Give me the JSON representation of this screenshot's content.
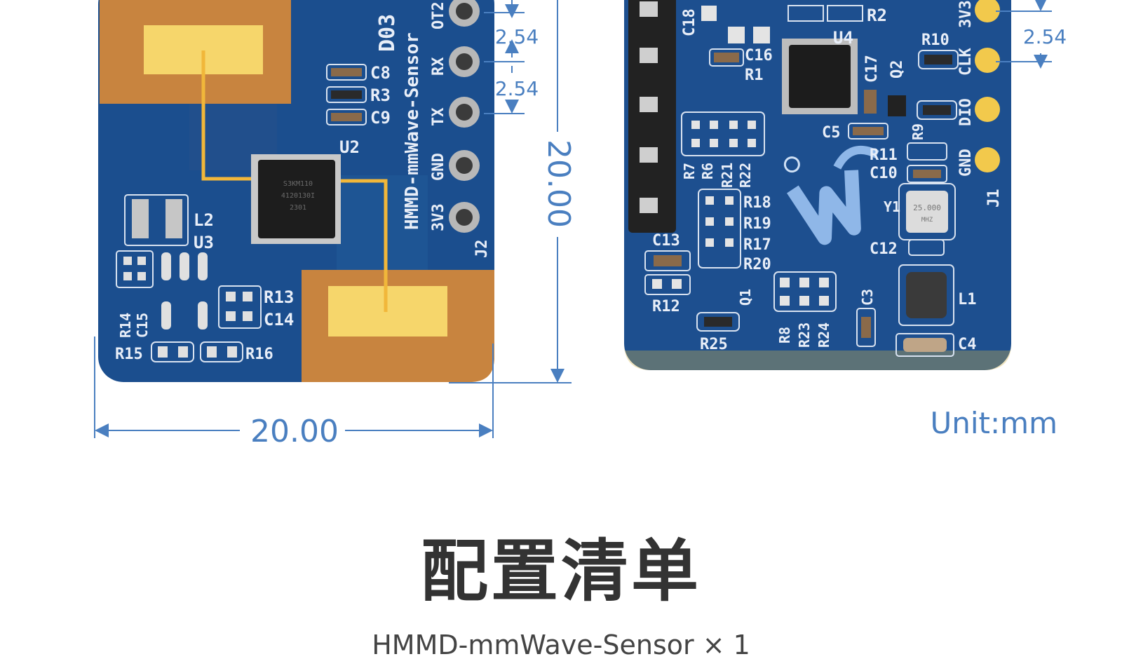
{
  "figure": {
    "unit_label": "Unit:mm",
    "width_dim": "20.00",
    "height_dim": "20.00",
    "pitch_dims": [
      "2.54",
      "2.54",
      "2.54"
    ]
  },
  "board_front": {
    "module_name": "HMMD-mmWave-Sensor",
    "serial_text": "D03",
    "pins": [
      "OT2",
      "RX",
      "TX",
      "GND",
      "3V3"
    ],
    "connector": "J2",
    "chip_text": [
      "S3KM110",
      "4120130I",
      "2301"
    ],
    "components": [
      "C8",
      "R3",
      "C9",
      "U2",
      "L2",
      "U3",
      "R13",
      "C14",
      "R14",
      "C15",
      "R15",
      "R16"
    ]
  },
  "board_back": {
    "pins": [
      "3V3",
      "CLK",
      "DIO",
      "GND"
    ],
    "connector": "J1",
    "crystal_text": [
      "25.000",
      "MHZ"
    ],
    "components": [
      "C18",
      "R2",
      "U4",
      "C16",
      "R1",
      "C17",
      "Q2",
      "R10",
      "C5",
      "R9",
      "R11",
      "C10",
      "R7",
      "R6",
      "R21",
      "R22",
      "R18",
      "R19",
      "R17",
      "R20",
      "Y1",
      "C12",
      "C13",
      "R12",
      "Q1",
      "C3",
      "L1",
      "R8",
      "R23",
      "R24",
      "R25",
      "C4"
    ],
    "logo": "waveshare-logo"
  },
  "section": {
    "title": "配置清单",
    "items": [
      "HMMD-mmWave-Sensor × 1"
    ]
  },
  "colors": {
    "pcb_blue": "#1b4e8e",
    "copper": "#c8843f",
    "pad_gold": "#f5d86a",
    "dimension": "#4a7fc0",
    "title_text": "#333333"
  }
}
